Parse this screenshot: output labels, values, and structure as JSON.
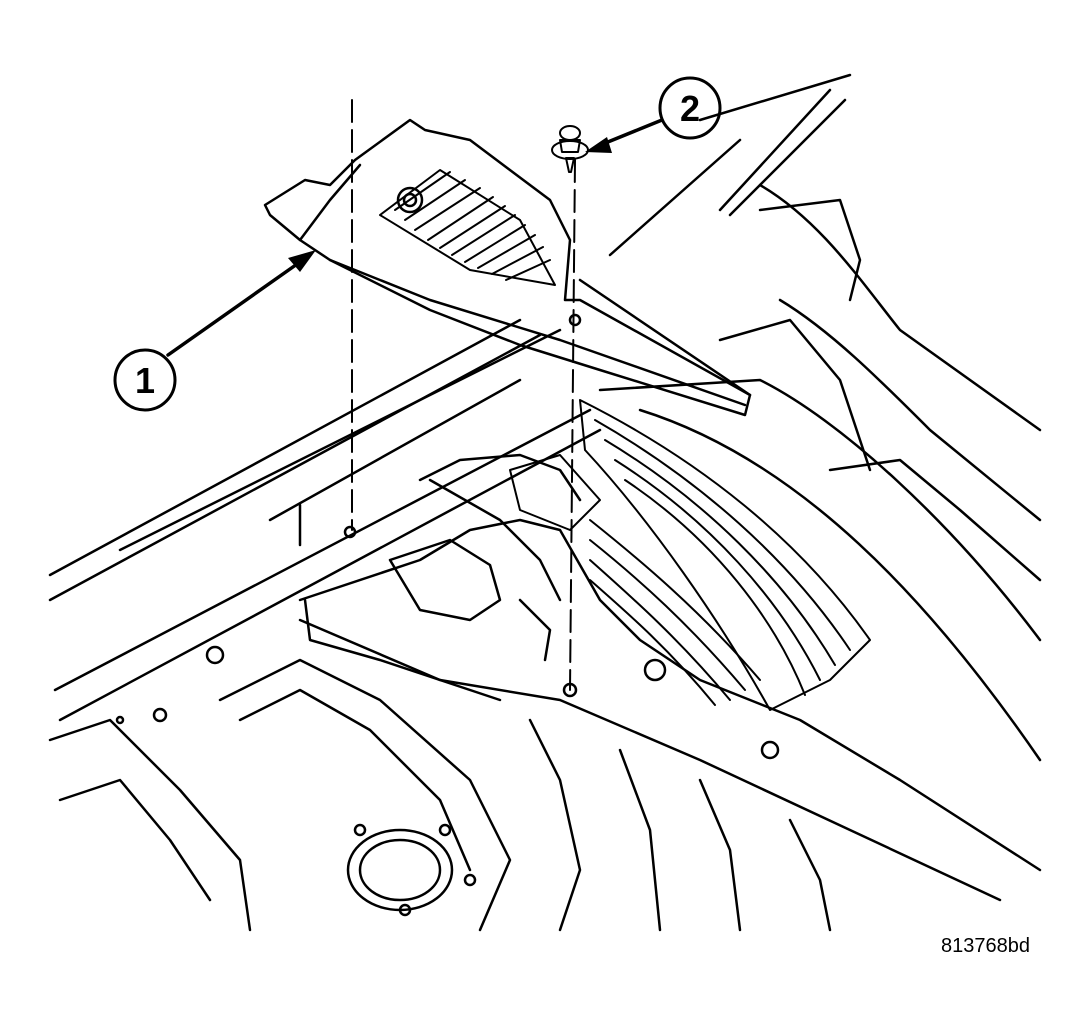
{
  "diagram": {
    "callouts": [
      {
        "id": "1",
        "label": "1"
      },
      {
        "id": "2",
        "label": "2"
      }
    ],
    "figure_id": "813768bd"
  }
}
